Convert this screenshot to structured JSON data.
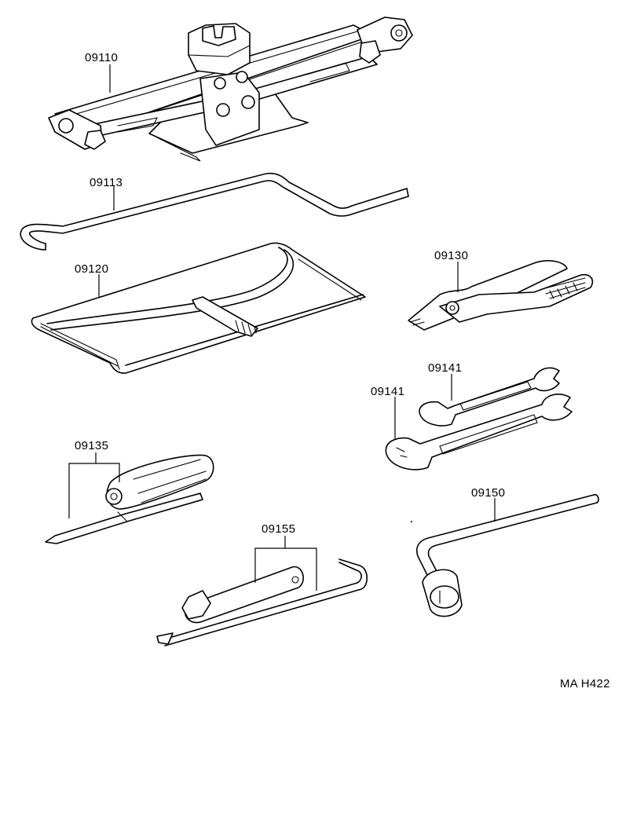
{
  "diagram": {
    "labels": {
      "jack": "09110",
      "jack_handle": "09113",
      "tool_bag": "09120",
      "pliers": "09130",
      "screwdriver": "09135",
      "wrench_upper": "09141",
      "wrench_lower": "09141",
      "wheel_wrench": "09150",
      "jack_handle_set": "09155"
    },
    "figure_code": "MA H422",
    "colors": {
      "line": "#000000",
      "background": "#ffffff"
    }
  }
}
